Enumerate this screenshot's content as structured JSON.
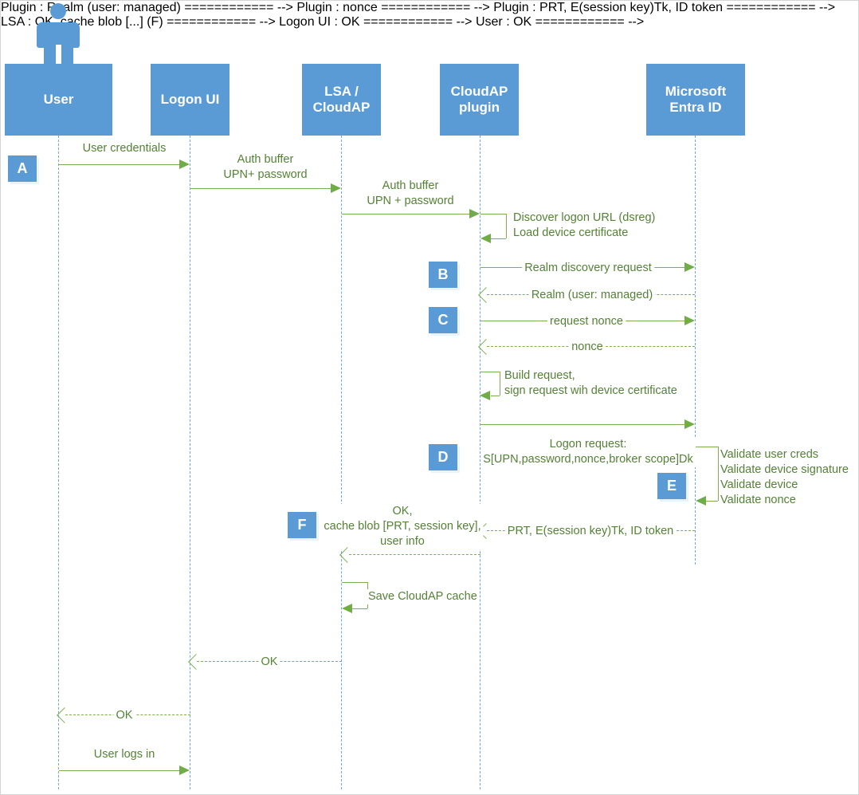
{
  "diagram": {
    "title": "Microsoft Entra ID password-based authentication sequence",
    "colors": {
      "actor_fill": "#5B9BD5",
      "lifeline": "#6FA8DC",
      "message": "#7DAF50",
      "message_text": "#548235",
      "background": "#FFFFFF",
      "border": "#D4D4D4"
    }
  },
  "actors": [
    {
      "id": "user",
      "label": "User",
      "icon": "person-icon"
    },
    {
      "id": "logonui",
      "label": "Logon UI"
    },
    {
      "id": "lsa",
      "label": "LSA /\nCloudAP"
    },
    {
      "id": "plugin",
      "label": "CloudAP\nplugin"
    },
    {
      "id": "entra",
      "label": "Microsoft\nEntra ID"
    }
  ],
  "actor_labels": {
    "user": "User",
    "logonui": "Logon UI",
    "lsa_line1": "LSA /",
    "lsa_line2": "CloudAP",
    "plugin_line1": "CloudAP",
    "plugin_line2": "plugin",
    "entra_line1": "Microsoft",
    "entra_line2": "Entra ID"
  },
  "step_badges": [
    {
      "id": "A",
      "label": "A"
    },
    {
      "id": "B",
      "label": "B"
    },
    {
      "id": "C",
      "label": "C"
    },
    {
      "id": "D",
      "label": "D"
    },
    {
      "id": "E",
      "label": "E"
    },
    {
      "id": "F",
      "label": "F"
    }
  ],
  "messages": {
    "m01": "User credentials",
    "m02_l1": "Auth buffer",
    "m02_l2": "UPN+ password",
    "m03_l1": "Auth buffer",
    "m03_l2": "UPN + password",
    "m04_l1": "Discover logon URL (dsreg)",
    "m04_l2": "Load device certificate",
    "m05": "Realm discovery request",
    "m06": "Realm (user: managed)",
    "m07": "request nonce",
    "m08": "nonce",
    "m09_l1": "Build request,",
    "m09_l2": "sign request wih device certificate",
    "m10_l1": "Logon request:",
    "m10_l2": "S[UPN,password,nonce,broker scope]Dk",
    "m11_l1": "Validate user creds",
    "m11_l2": "Validate device signature",
    "m11_l3": "Validate device",
    "m11_l4": "Validate nonce",
    "m12": "PRT, E(session key)Tk, ID token",
    "m13_l1": "OK,",
    "m13_l2": "cache blob [PRT, session key],",
    "m13_l3": "user info",
    "m14": "Save CloudAP cache",
    "m15": "OK",
    "m16": "OK",
    "m17": "User logs in"
  }
}
